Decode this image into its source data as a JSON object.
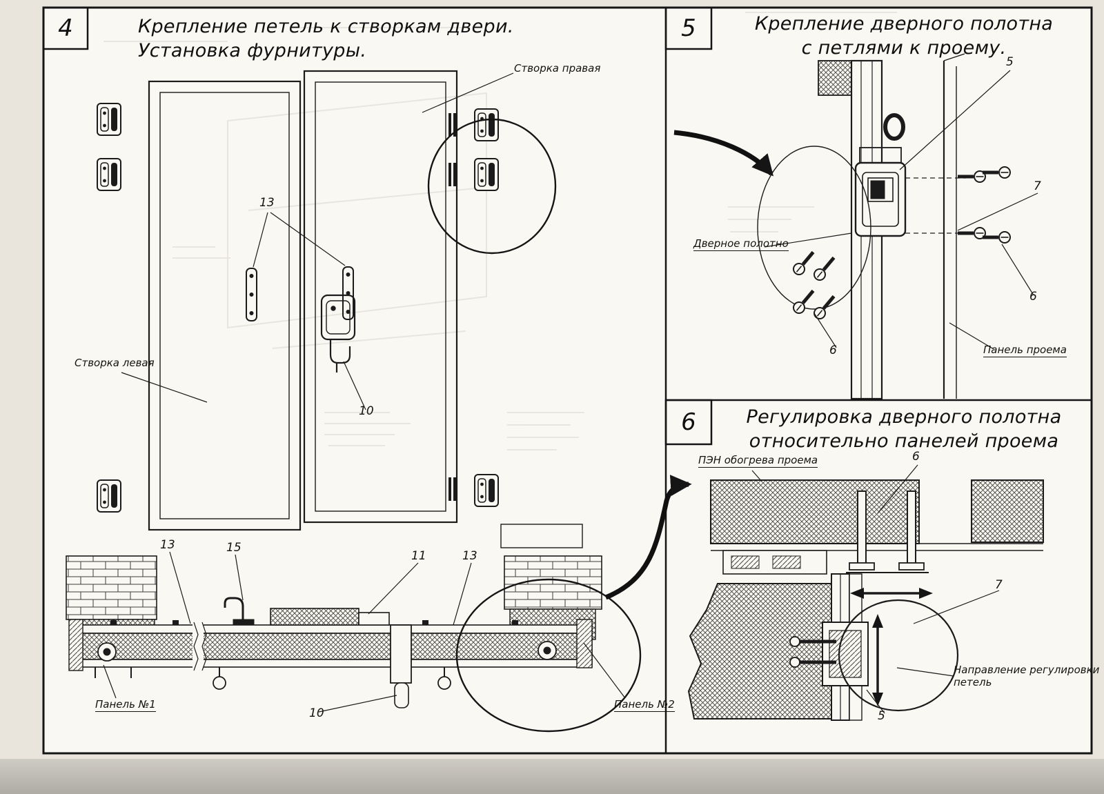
{
  "colors": {
    "ink": "#1b1b1b",
    "paper": "#faf8f3"
  },
  "steps": {
    "step4": {
      "number": "4",
      "title1": "Крепление петель к створкам двери.",
      "title2": "Установка фурнитуры.",
      "labels": {
        "leaf_right": "Створка правая",
        "leaf_left": "Створка левая",
        "panel_1": "Панель №1",
        "panel_2": "Панель №2"
      },
      "callouts": {
        "c13_doors": "13",
        "c10_latch": "10",
        "c13_sec_left": "13",
        "c15": "15",
        "c11": "11",
        "c13_sec_right": "13",
        "c10_sec": "10"
      }
    },
    "step5": {
      "number": "5",
      "title1": "Крепление дверного полотна",
      "title2": "с петлями к проему.",
      "labels": {
        "door_leaf": "Дверное полотно",
        "opening_panel": "Панель проема"
      },
      "callouts": {
        "c5": "5",
        "c7": "7",
        "c6_right": "6",
        "c6_bottom": "6"
      }
    },
    "step6": {
      "number": "6",
      "title1": "Регулировка дверного полотна",
      "title2": "относительно панелей проема",
      "labels": {
        "heater": "ПЭН обогрева проема",
        "direction1": "Направление регулировки",
        "direction2": "петель"
      },
      "callouts": {
        "c6": "6",
        "c7": "7",
        "c5": "5"
      }
    }
  }
}
